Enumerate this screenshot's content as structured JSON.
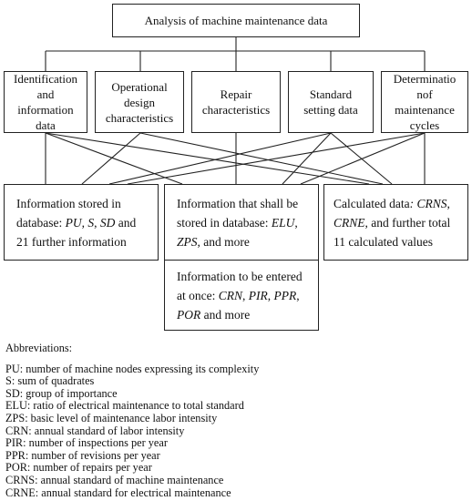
{
  "root": "Analysis of machine maintenance data",
  "categories": [
    [
      "Identification",
      "and",
      "information",
      "data"
    ],
    [
      "Operational",
      "design",
      "characteristics"
    ],
    [
      "Repair",
      "characteristics"
    ],
    [
      "Standard",
      "setting data"
    ],
    [
      "Determinatio",
      "nof",
      "maintenance",
      "cycles"
    ]
  ],
  "stored": {
    "line1": "Information stored in",
    "line2_prefix": "database: ",
    "pu": "PU",
    "sep1": ", ",
    "s": "S",
    "sep2": ", ",
    "sd": "SD",
    "line2_suffix": " and",
    "line3": "21 further information"
  },
  "to_store": {
    "line1": "Information that shall be",
    "line2_prefix": "stored in database: ",
    "elu": "ELU",
    "line2_suffix": ",",
    "zps": "ZPS",
    "line3_suffix": ", and more"
  },
  "to_enter": {
    "line1": "Information to be entered",
    "line2_prefix": "at once: ",
    "crn": "CRN",
    "sep1": ", ",
    "pir": "PIR",
    "sep2": ", ",
    "ppr": "PPR",
    "line2_suffix": ",",
    "por": "POR",
    "line3_suffix": " and more"
  },
  "calculated": {
    "line1_prefix": "Calculated data",
    "colon": ": ",
    "crns": "CRNS",
    "line1_suffix": ",",
    "crne": "CRNE",
    "line2_suffix": ", and further total",
    "line3": "11 calculated values"
  },
  "abbreviations": {
    "heading": "Abbreviations:",
    "items": [
      "PU: number of machine nodes expressing its complexity",
      "S: sum of quadrates",
      "SD: group of importance",
      "ELU: ratio of electrical maintenance to total standard",
      "ZPS: basic level of maintenance labor intensity",
      "CRN: annual standard of labor intensity",
      "PIR: number of inspections per year",
      "PPR: number of revisions per year",
      "POR: number of repairs per year",
      "CRNS: annual standard of machine maintenance",
      "CRNE: annual standard for electrical maintenance"
    ]
  }
}
